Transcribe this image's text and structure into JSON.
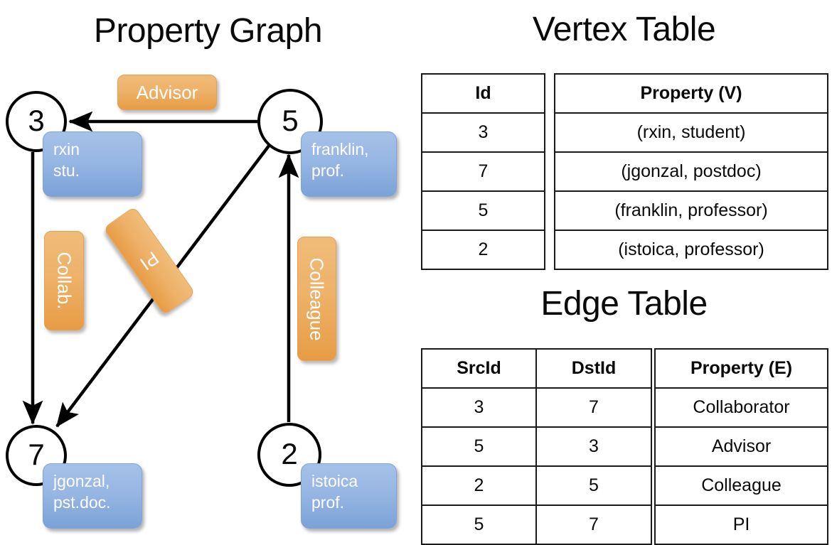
{
  "titles": {
    "property_graph": "Property Graph",
    "vertex_table": "Vertex Table",
    "edge_table": "Edge Table"
  },
  "colors": {
    "vertex_tint": "#d3ddef",
    "edge_tint": "#f6dfc6",
    "node_chip": "#8fb0e0",
    "edge_chip": "#eeb26a",
    "stroke": "#000000"
  },
  "graph": {
    "vertices": [
      {
        "id": "3",
        "property_lines": [
          "rxin",
          "stu."
        ]
      },
      {
        "id": "5",
        "property_lines": [
          "franklin,",
          "prof."
        ]
      },
      {
        "id": "7",
        "property_lines": [
          "jgonzal,",
          "pst.doc."
        ]
      },
      {
        "id": "2",
        "property_lines": [
          "istoica",
          "prof."
        ]
      }
    ],
    "edge_labels": [
      {
        "name": "advisor",
        "text": "Advisor"
      },
      {
        "name": "collab",
        "text": "Collab."
      },
      {
        "name": "pi",
        "text": "PI"
      },
      {
        "name": "colleague",
        "text": "Colleague"
      }
    ],
    "edges": [
      {
        "src": "5",
        "dst": "3",
        "label": "Advisor"
      },
      {
        "src": "3",
        "dst": "7",
        "label": "Collab."
      },
      {
        "src": "5",
        "dst": "7",
        "label": "PI"
      },
      {
        "src": "2",
        "dst": "5",
        "label": "Colleague"
      }
    ]
  },
  "vertex_table": {
    "headers": [
      "Id",
      "Property (V)"
    ],
    "rows": [
      {
        "id": "3",
        "property": "(rxin, student)"
      },
      {
        "id": "7",
        "property": "(jgonzal, postdoc)"
      },
      {
        "id": "5",
        "property": "(franklin, professor)"
      },
      {
        "id": "2",
        "property": "(istoica, professor)"
      }
    ]
  },
  "edge_table": {
    "headers": [
      "SrcId",
      "DstId",
      "Property (E)"
    ],
    "rows": [
      {
        "src": "3",
        "dst": "7",
        "property": "Collaborator"
      },
      {
        "src": "5",
        "dst": "3",
        "property": "Advisor"
      },
      {
        "src": "2",
        "dst": "5",
        "property": "Colleague"
      },
      {
        "src": "5",
        "dst": "7",
        "property": "PI"
      }
    ]
  }
}
